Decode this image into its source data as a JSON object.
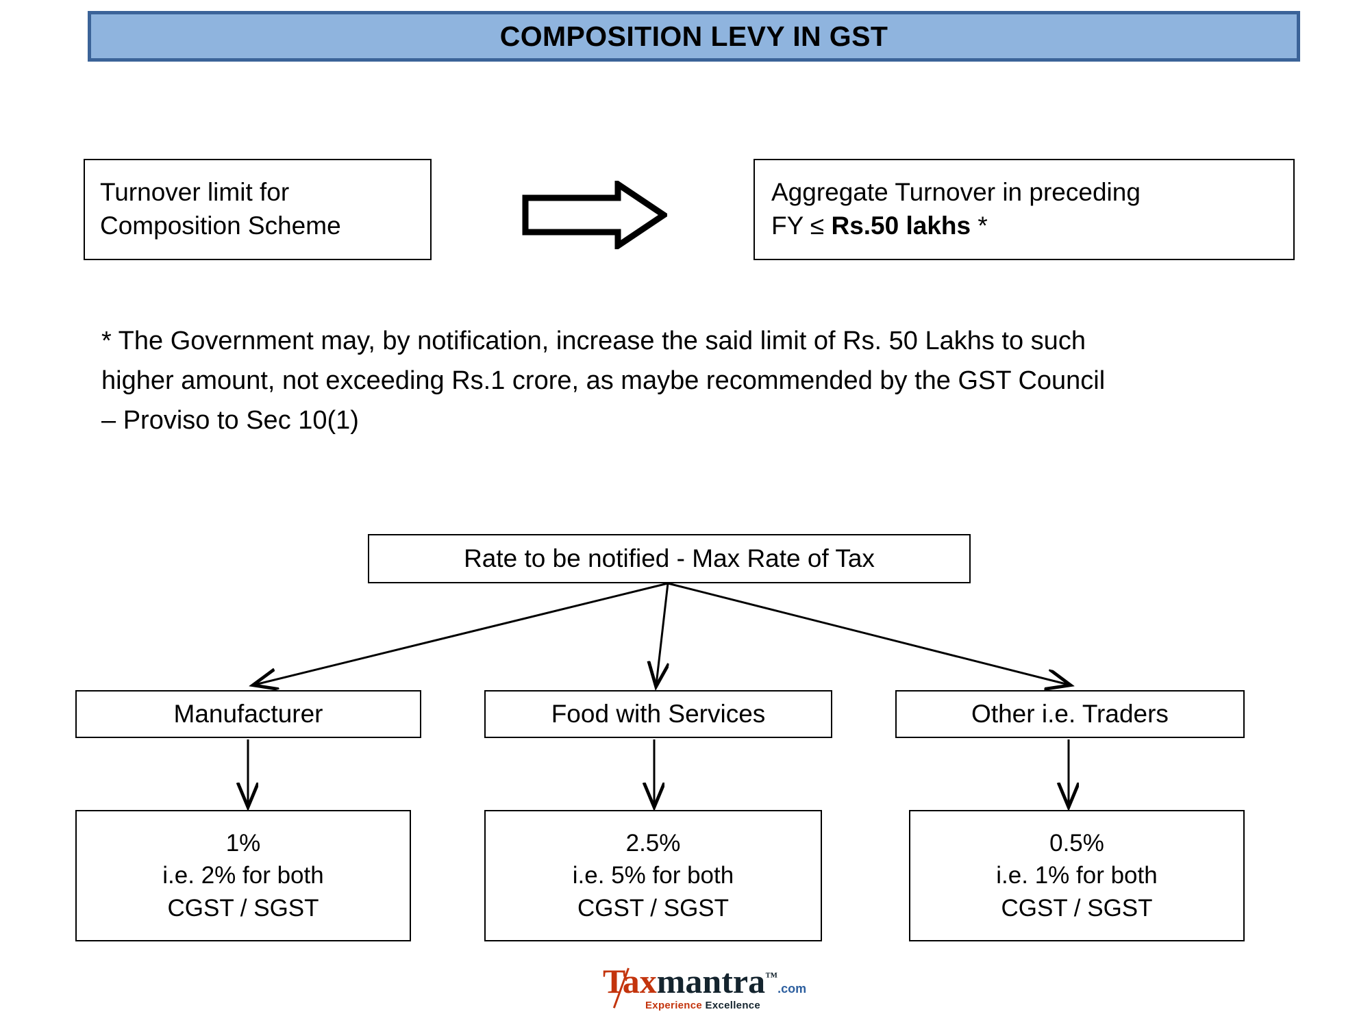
{
  "title": {
    "text": "COMPOSITION LEVY IN GST"
  },
  "colors": {
    "banner_fill": "#8FB4DE",
    "banner_border": "#3B6398",
    "box_border": "#000000",
    "text": "#000000",
    "logo_orange": "#C3340D",
    "logo_navy": "#14242E",
    "logo_blue": "#2C5E9E"
  },
  "row1": {
    "left_box": {
      "line1": "Turnover limit for",
      "line2": "Composition Scheme"
    },
    "arrow_icon": "right-block-arrow-icon",
    "right_box": {
      "line1": "Aggregate Turnover in preceding",
      "line2_prefix": "FY ≤ ",
      "line2_bold": "Rs.50 lakhs",
      "line2_suffix": " *"
    }
  },
  "note": {
    "line1": "* The Government may, by notification, increase the said limit of Rs. 50 Lakhs to such",
    "line2": "higher amount, not exceeding Rs.1 crore, as maybe recommended by the GST Council",
    "line3": "– Proviso to Sec 10(1)"
  },
  "tree": {
    "root": "Rate to be notified -  Max Rate of Tax",
    "branches": [
      {
        "category": "Manufacturer",
        "rate_line1": "1%",
        "rate_line2": "i.e. 2% for both",
        "rate_line3": "CGST / SGST"
      },
      {
        "category": "Food with Services",
        "rate_line1": "2.5%",
        "rate_line2": "i.e. 5% for both",
        "rate_line3": "CGST / SGST"
      },
      {
        "category": "Other i.e. Traders",
        "rate_line1": "0.5%",
        "rate_line2": "i.e. 1% for both",
        "rate_line3": "CGST / SGST"
      }
    ]
  },
  "logo": {
    "word_tax": "Tax",
    "word_mantra": "mantra",
    "trademark": "™",
    "domain": ".com",
    "tagline_first": "Experience ",
    "tagline_second": "Excellence"
  }
}
